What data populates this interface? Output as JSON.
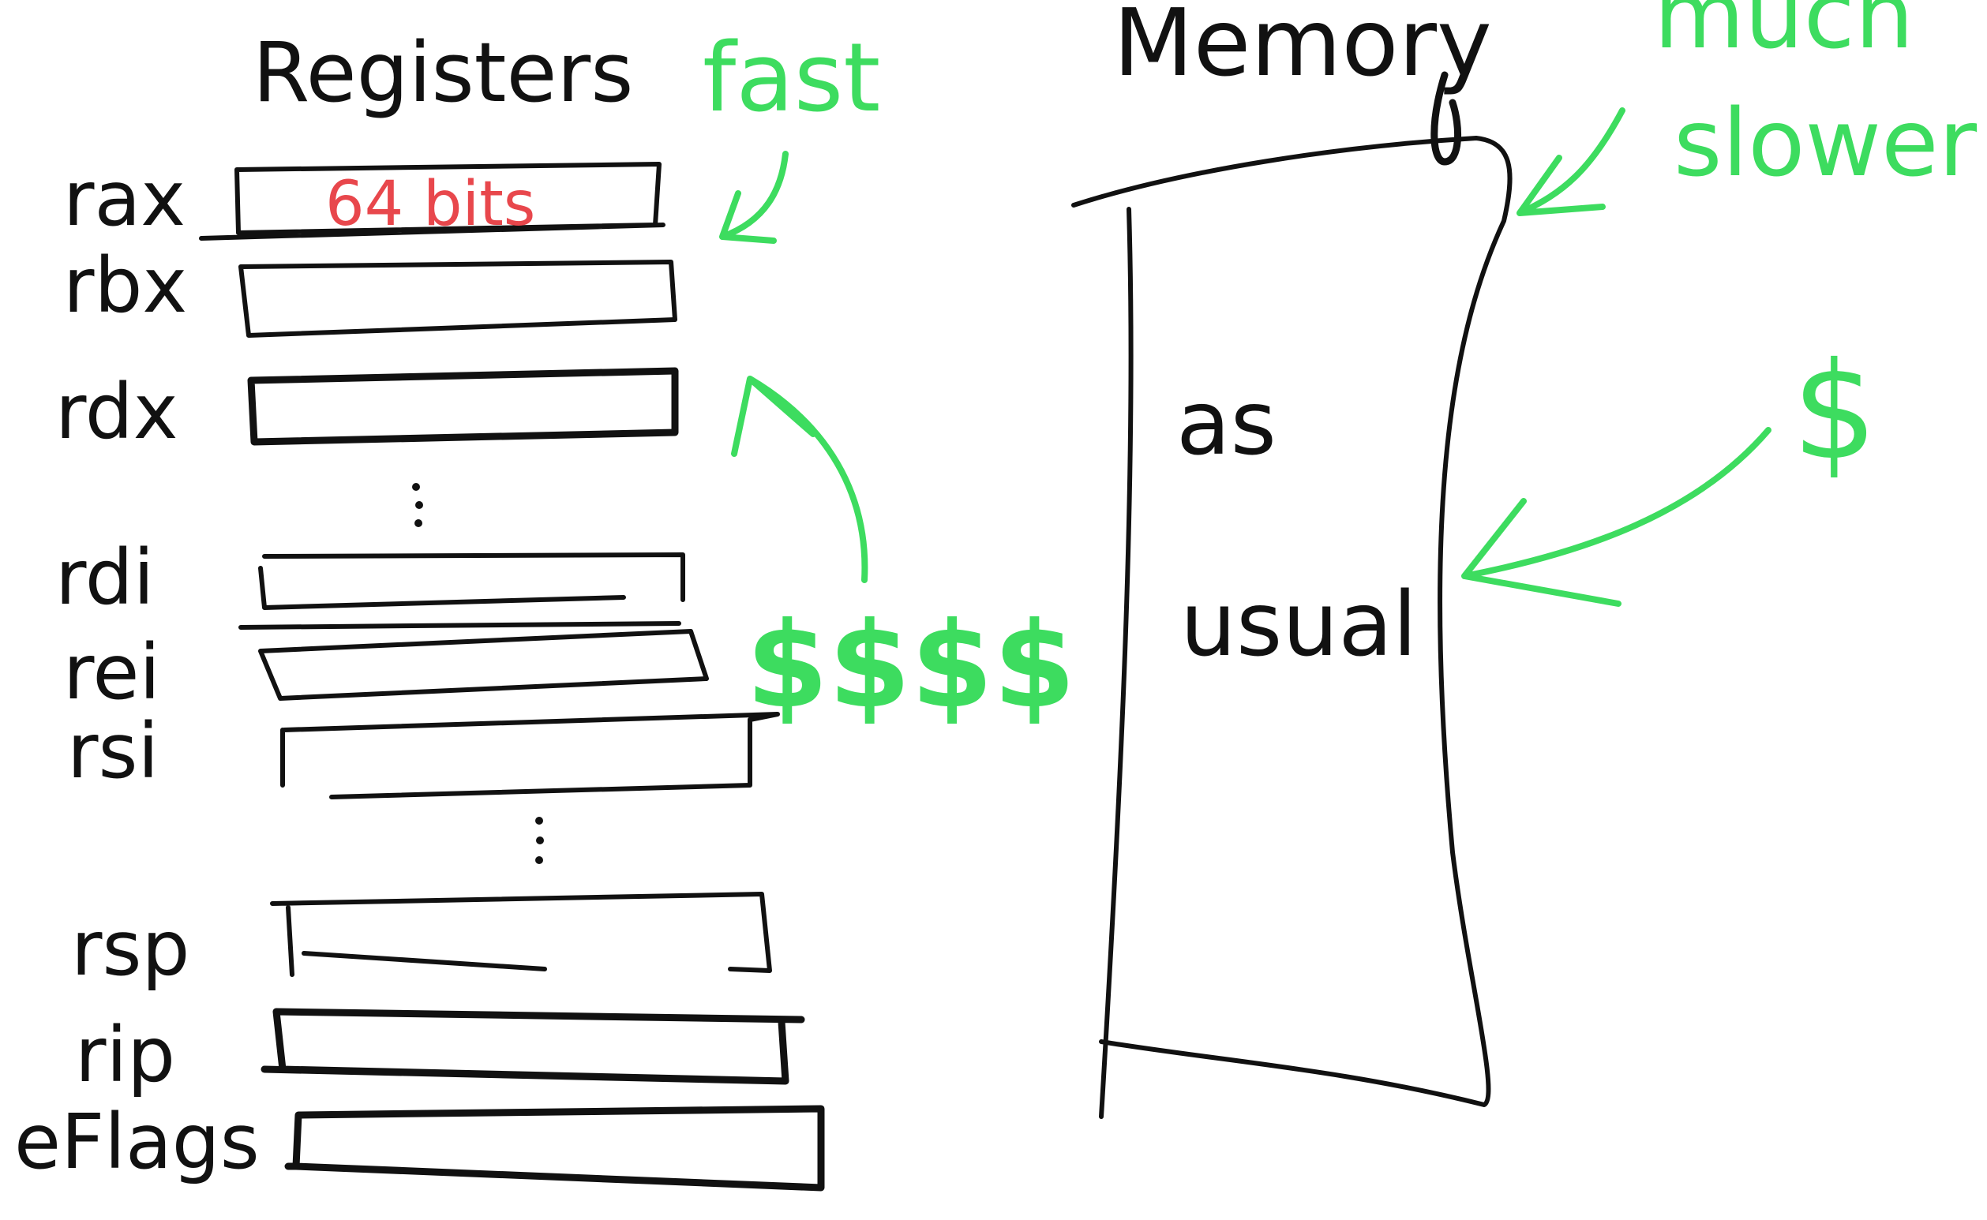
{
  "registers": {
    "title": "Registers",
    "speed_note": "fast",
    "width_label": "64 bits",
    "cost_note": "$$$$",
    "items": [
      {
        "label": "rax"
      },
      {
        "label": "rbx"
      },
      {
        "label": "rdx"
      },
      {
        "label": "rdi"
      },
      {
        "label": "rei"
      },
      {
        "label": "rsi"
      },
      {
        "label": "rsp"
      },
      {
        "label": "rip"
      },
      {
        "label": "eFlags"
      }
    ]
  },
  "memory": {
    "title": "Memory",
    "speed_note_line1": "much",
    "speed_note_line2": "slower",
    "cost_note": "$",
    "body_line1": "as",
    "body_line2": "usual"
  },
  "colors": {
    "ink": "#111111",
    "accent_green": "#3ddc5f",
    "highlight_red": "#e8474c",
    "background": "#ffffff"
  }
}
